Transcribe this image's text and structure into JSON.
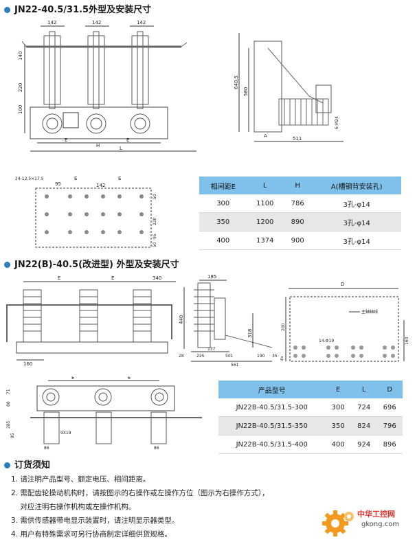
{
  "section1": {
    "title": "JN22-40.5/31.5外型及安装尺寸"
  },
  "section2": {
    "title": "JN22(B)-40.5(改进型) 外型及安装尺寸"
  },
  "section3": {
    "title": "订货须知"
  },
  "drawing1": {
    "dims": [
      "142",
      "142",
      "142",
      "140",
      "220",
      "100",
      "E",
      "E",
      "H",
      "L"
    ]
  },
  "drawing2": {
    "dims": [
      "640.5",
      "580",
      "6-M24",
      "A",
      "511"
    ]
  },
  "drawing3": {
    "dims": [
      "24-12.5×17.5",
      "95",
      "E",
      "142",
      "E",
      "50",
      "220",
      "95",
      "50"
    ]
  },
  "drawing4": {
    "dims": [
      "E",
      "E",
      "340",
      "160"
    ]
  },
  "drawing5": {
    "dims": [
      "185",
      "440",
      "318",
      "137",
      "225",
      "501",
      "561",
      "190",
      "35",
      "28"
    ]
  },
  "drawing6": {
    "dims": [
      "D",
      "主轴轴线",
      "35",
      "14-Φ19",
      "200",
      "160"
    ]
  },
  "drawing7": {
    "dims": [
      "E",
      "E",
      "71",
      "88",
      "285",
      "9X19",
      "95",
      "86",
      "86"
    ]
  },
  "table1": {
    "headers": [
      "相间距E",
      "L",
      "H",
      "A(槽钢背安装孔)"
    ],
    "rows": [
      [
        "300",
        "1100",
        "786",
        "3孔-φ14"
      ],
      [
        "350",
        "1200",
        "890",
        "3孔-φ14"
      ],
      [
        "400",
        "1374",
        "900",
        "3孔-φ14"
      ]
    ]
  },
  "table2": {
    "headers": [
      "产品型号",
      "E",
      "L",
      "D"
    ],
    "rows": [
      [
        "JN22B-40.5/31.5-300",
        "300",
        "724",
        "696"
      ],
      [
        "JN22B-40.5/31.5-350",
        "350",
        "824",
        "796"
      ],
      [
        "JN22B-40.5/31.5-400",
        "400",
        "924",
        "896"
      ]
    ]
  },
  "notes": [
    "1. 请注明产品型号、额定电压、相间距离。",
    "2. 需配齿轮操动机构时，请按图示的右操作或左操作方位（图示为右操作方式），",
    "    对应注明右操作机构或左操作机构。",
    "3. 需供传感器带电显示装置时，请注明显示器类型。",
    "4. 用户有特殊需求可另行协商制定详细供货规格。"
  ],
  "watermark": {
    "title": "中华工控网",
    "url": "gkong.com"
  },
  "colors": {
    "accent": "#2a7fc0",
    "table_header": "#7fc1ea",
    "logo_orange": "#f39a1e",
    "logo_red": "#e0322a"
  }
}
